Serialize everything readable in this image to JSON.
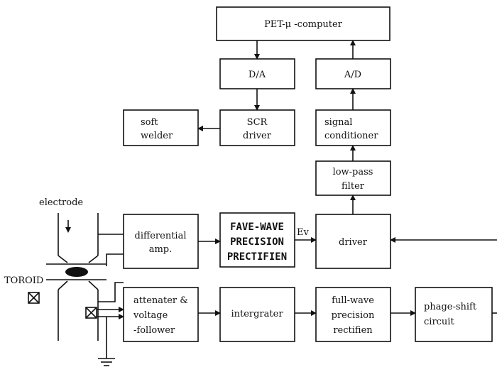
{
  "blocks": {
    "computer": "PET-μ -computer",
    "da": "D/A",
    "ad": "A/D",
    "soft_welder": [
      "soft",
      "welder"
    ],
    "scr_driver": [
      "SCR",
      "driver"
    ],
    "signal_conditioner": [
      "signal",
      "conditioner"
    ],
    "lowpass": [
      "low-pass",
      "filter"
    ],
    "diff_amp": [
      "differential",
      "amp."
    ],
    "fullwave_top": [
      "FAVE-WAVE",
      "PRECISION",
      "PRECTIFIEN"
    ],
    "driver": "driver",
    "attenuater": [
      "attenater &",
      "voltage",
      "-follower"
    ],
    "integrator": "intergrater",
    "fullwave_bottom": [
      "full-wave",
      "precision",
      "rectifien"
    ],
    "phase_shift": [
      "phage-shift",
      "circuit"
    ]
  },
  "labels": {
    "electrode": "electrode",
    "toroid": "TOROID",
    "ev": "Ev"
  }
}
